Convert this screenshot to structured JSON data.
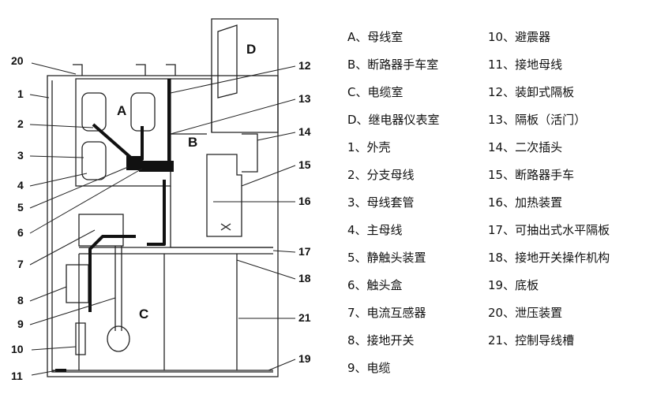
{
  "diagram": {
    "zone_labels": [
      "A",
      "B",
      "C",
      "D"
    ],
    "callouts": [
      "20",
      "1",
      "2",
      "3",
      "4",
      "5",
      "6",
      "7",
      "8",
      "9",
      "10",
      "11",
      "12",
      "13",
      "14",
      "15",
      "16",
      "17",
      "18",
      "21",
      "19"
    ]
  },
  "legend": {
    "left": [
      "A、母线室",
      "B、断路器手车室",
      "C、电缆室",
      "D、继电器仪表室",
      "1、外壳",
      "2、分支母线",
      "3、母线套管",
      "4、主母线",
      "5、静触头装置",
      "6、触头盒",
      "7、电流互感器",
      "8、接地开关",
      "9、电缆"
    ],
    "right": [
      "10、避震器",
      "11、接地母线",
      "12、装卸式隔板",
      "13、隔板（活门）",
      "14、二次插头",
      "15、断路器手车",
      "16、加热装置",
      "17、可抽出式水平隔板",
      "18、接地开关操作机构",
      "19、底板",
      "20、泄压装置",
      "21、控制导线槽"
    ]
  }
}
